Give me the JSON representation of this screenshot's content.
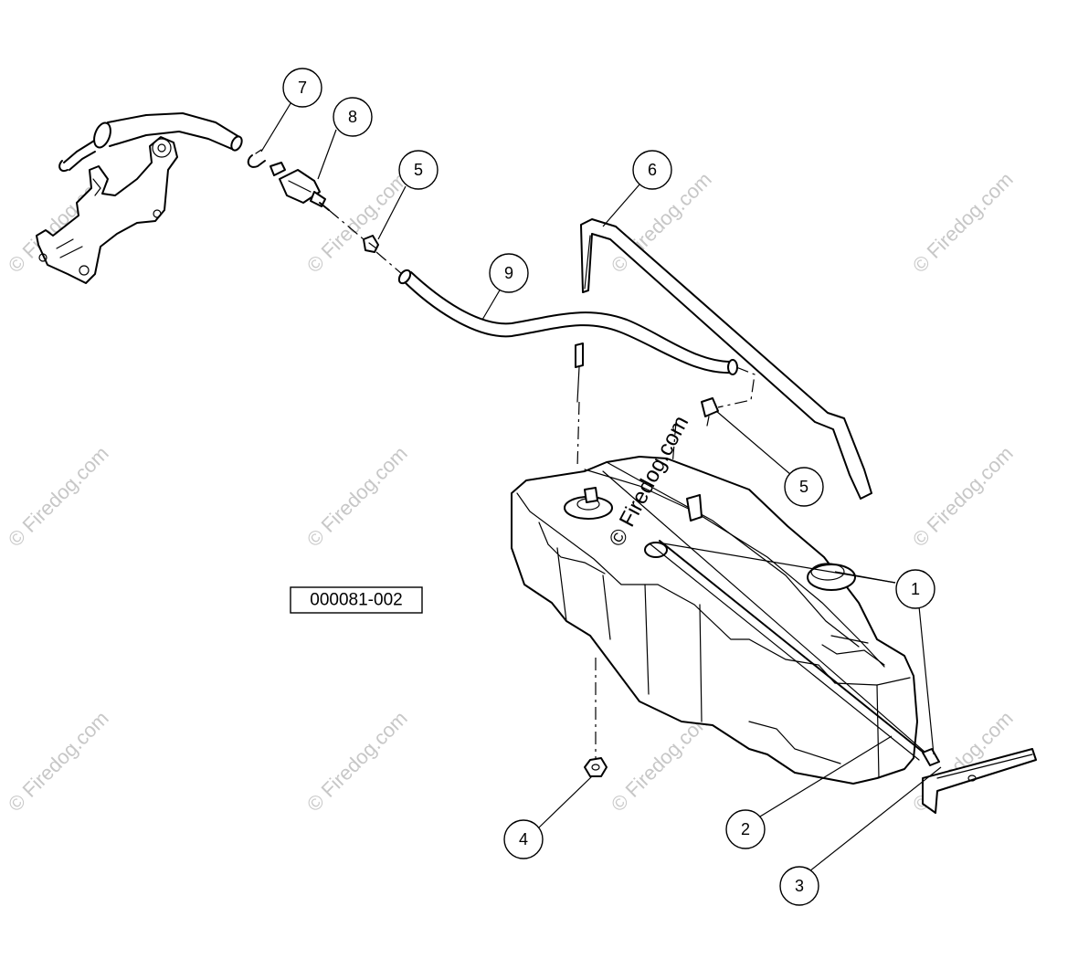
{
  "diagram": {
    "reference_code": "000081-002",
    "watermark_text": "© Firedog.com",
    "brand_text": "© Firedog.com",
    "callouts": [
      "7",
      "8",
      "5",
      "6",
      "9",
      "5",
      "1",
      "4",
      "2",
      "3"
    ]
  }
}
